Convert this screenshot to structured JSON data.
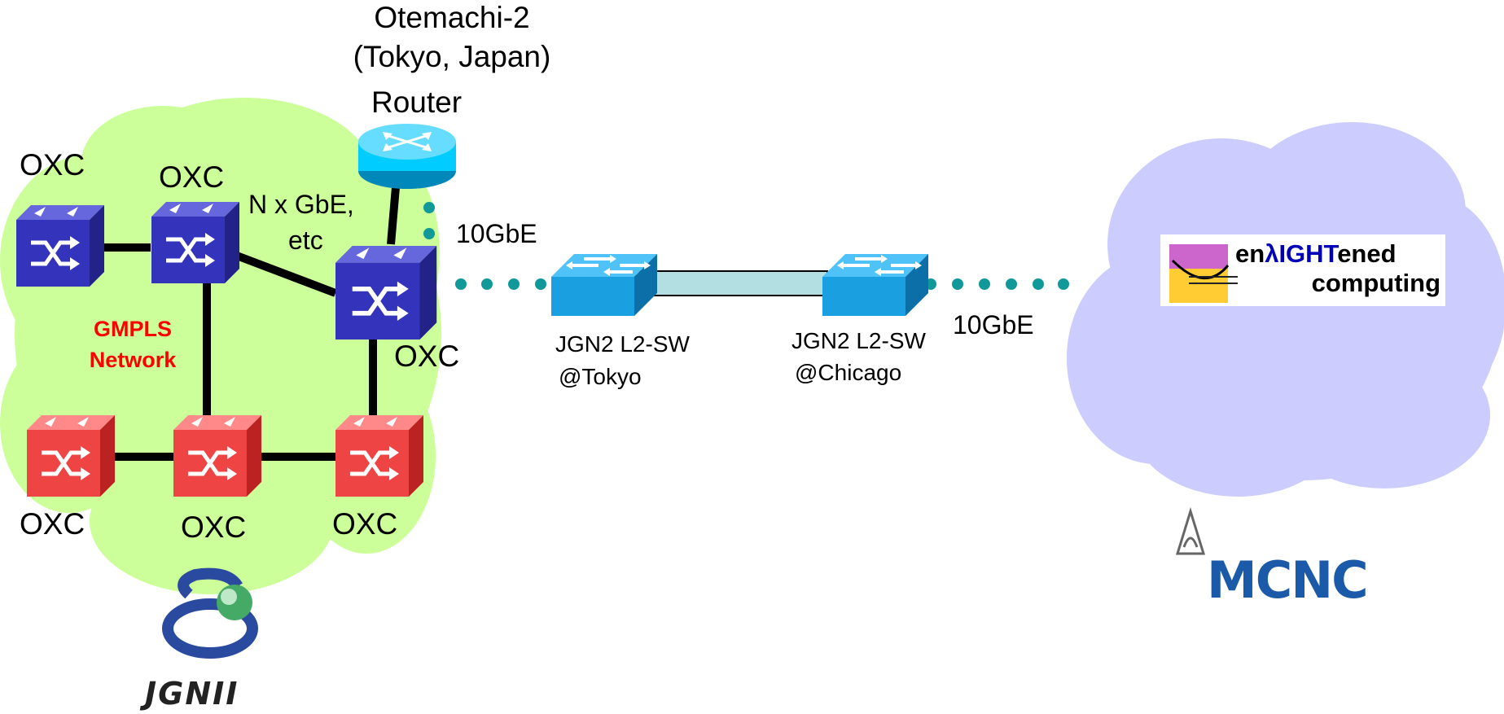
{
  "location": {
    "site_line1": "Otemachi-2",
    "site_line2": "(Tokyo, Japan)"
  },
  "router": {
    "label": "Router"
  },
  "network": {
    "line1": "GMPLS",
    "line2": "Network",
    "left_cloud_color": "#ccff99",
    "right_cloud_color": "#ccccff"
  },
  "oxc_labels": {
    "top_left": "OXC",
    "top_middle": "OXC",
    "main": "OXC",
    "bottom_left": "OXC",
    "bottom_middle": "OXC",
    "bottom_right": "OXC"
  },
  "links": {
    "nxgbe_line1": "N x GbE,",
    "nxgbe_line2": "etc",
    "router_link": "10GbE",
    "chicago_link": "10GbE"
  },
  "switches": {
    "tokyo_line1": "JGN2 L2-SW",
    "tokyo_line2": "@Tokyo",
    "chicago_line1": "JGN2 L2-SW",
    "chicago_line2": "@Chicago"
  },
  "logos": {
    "enlightened_prefix": "en",
    "enlightened_lambda": "λ",
    "enlightened_highlight": "IGHT",
    "enlightened_suffix": "ened",
    "enlightened_line2": "computing",
    "mcnc": "MCNC",
    "jgn": "JGNII"
  },
  "colors": {
    "oxc_blue": "#3333bb",
    "oxc_red": "#ee4444",
    "router_cyan": "#00ccff",
    "switch_blue": "#1a9fe0",
    "dotted_link": "#119999",
    "trunk_link": "#b3dfe3"
  },
  "icons": [
    "oxc-icon",
    "router-icon",
    "l2-switch-icon",
    "enlightened-logo-icon",
    "mcnc-logo-icon",
    "jgn2-logo-icon"
  ]
}
